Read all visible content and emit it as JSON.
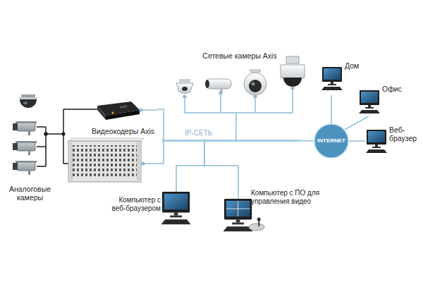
{
  "diagram": {
    "nodes": [
      {
        "text": [
          "Аналоговые камеры"
        ]
      },
      {
        "text": [
          "Видеокодеры Axis"
        ]
      },
      {
        "text": [
          "Сетевые камеры Axis"
        ]
      },
      {
        "text": [
          "IP-СЕТЬ"
        ]
      },
      {
        "text": [
          "INTERNET"
        ]
      },
      {
        "text": [
          "Дом"
        ]
      },
      {
        "text": [
          "Офис"
        ]
      },
      {
        "text": [
          "Веб-браузер"
        ]
      },
      {
        "text": [
          "Компьютер с веб-браузером"
        ]
      },
      {
        "text": [
          "Компьютер с ПО для управления видео"
        ]
      }
    ],
    "edges": [
      {
        "from": 0,
        "to": 1,
        "arrow": "none"
      },
      {
        "from": 1,
        "to": 3,
        "arrow": "none"
      },
      {
        "from": 2,
        "to": 3,
        "arrow": "none"
      },
      {
        "from": 3,
        "to": 4,
        "arrow": "none"
      },
      {
        "from": 4,
        "to": 5,
        "arrow": "none"
      },
      {
        "from": 4,
        "to": 6,
        "arrow": "none"
      },
      {
        "from": 4,
        "to": 7,
        "arrow": "none"
      },
      {
        "from": 3,
        "to": 8,
        "arrow": "none"
      },
      {
        "from": 3,
        "to": 9,
        "arrow": "none"
      }
    ]
  }
}
